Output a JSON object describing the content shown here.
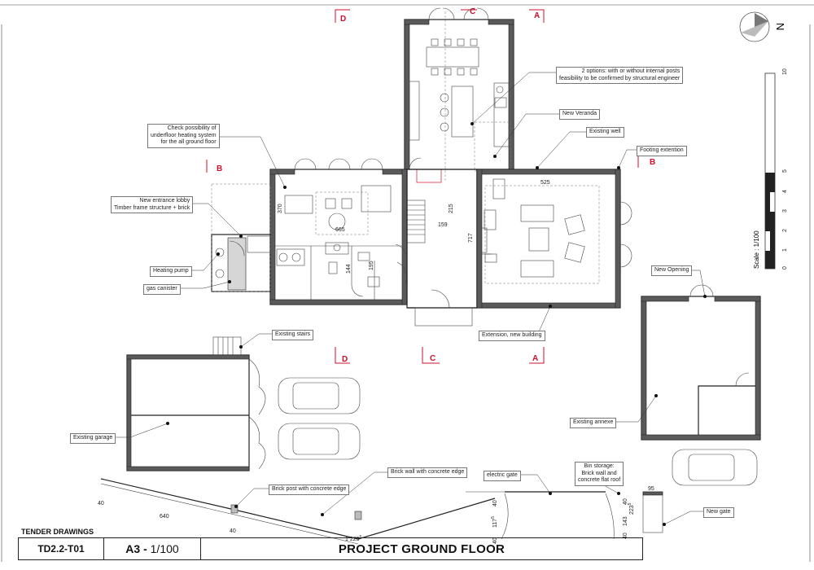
{
  "title_block": {
    "header": "TENDER DRAWINGS",
    "drawing_code": "TD2.2-T01",
    "sheet_prefix": "A3 -",
    "sheet_scale": " 1/100",
    "title": "PROJECT GROUND FLOOR"
  },
  "scale_bar": {
    "label": "Scale : 1/100",
    "ticks": [
      "10",
      "5",
      "4",
      "3",
      "2",
      "1",
      "0"
    ]
  },
  "north": {
    "label": "N"
  },
  "section_markers": [
    "D",
    "C",
    "A",
    "B",
    "B",
    "D",
    "C",
    "A"
  ],
  "annotations": {
    "posts": "2 options: with or without internal posts\nfeasibility to be confirmed by structural engineer",
    "veranda": "New Veranda",
    "well": "Existing well",
    "footing": "Footing extention",
    "heating": "Check possibility of\nunderfloor heating system\nfor the all ground floor",
    "lobby": "New entrance lobby\nTimber frame structure + brick",
    "pump": "Heating pump",
    "gas": "gas canister",
    "opening": "New Opening",
    "stairs": "Existing stairs",
    "extension": "Extension, new building",
    "annexe": "Existing annexe",
    "garage": "Existing garage",
    "bin": "Bin storage:\nBrick wall and\nconcrete flat roof",
    "electric_gate": "electric gate",
    "brick_wall": "Brick wall with concrete edge",
    "brick_post": "Brick post with concrete edge",
    "new_gate": "New gate"
  },
  "dimensions": {
    "d525": "525",
    "d370": "370",
    "d665": "665",
    "d215": "215",
    "d159": "159",
    "d717": "717",
    "d144": "144",
    "d195": "195",
    "d40a": "40",
    "d640": "640",
    "d40b": "40",
    "d1225": "1 225",
    "d1225sup": "5",
    "d40c": "40",
    "d117": "117",
    "d117sup": "5",
    "d40d": "40",
    "d95": "95",
    "d40e": "40",
    "d223": "223",
    "d223sup": "5",
    "d143": "143",
    "d40f": "40"
  }
}
